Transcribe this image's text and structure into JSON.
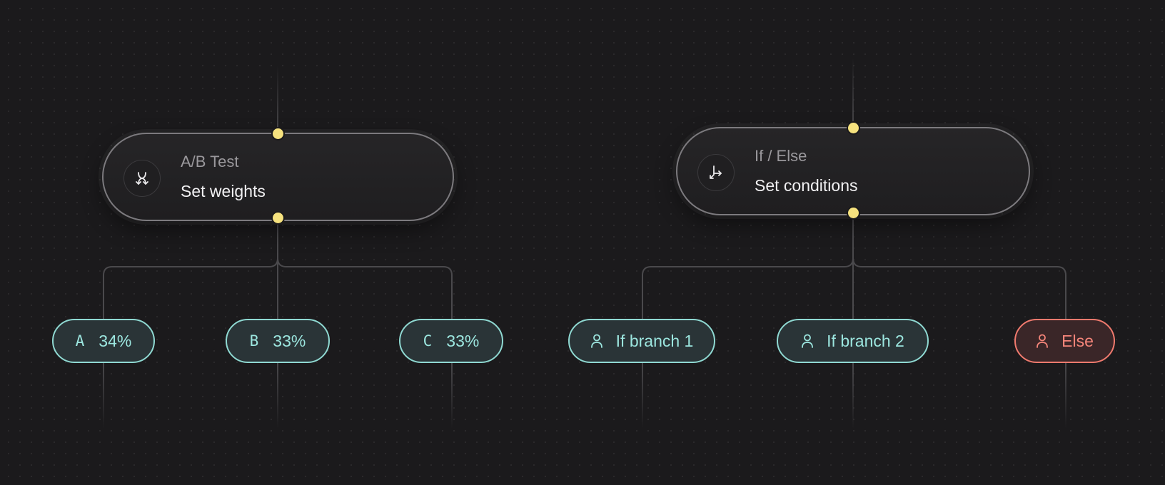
{
  "colors": {
    "background": "#1b1a1c",
    "port": "#f6e27e",
    "branch_accent": "#8fd9d2",
    "else_accent": "#f07a6e",
    "wire": "#4a494c"
  },
  "ab_node": {
    "icon": "split-arrows-icon",
    "type_label": "A/B Test",
    "action_label": "Set weights",
    "variants": [
      {
        "letter": "A",
        "weight": "34%"
      },
      {
        "letter": "B",
        "weight": "33%"
      },
      {
        "letter": "C",
        "weight": "33%"
      }
    ]
  },
  "ifelse_node": {
    "icon": "branch-arrow-icon",
    "type_label": "If / Else",
    "action_label": "Set conditions",
    "branches": [
      {
        "icon": "person-icon",
        "label": "If branch 1",
        "kind": "if"
      },
      {
        "icon": "person-icon",
        "label": "If branch 2",
        "kind": "if"
      },
      {
        "icon": "person-icon",
        "label": "Else",
        "kind": "else"
      }
    ]
  }
}
